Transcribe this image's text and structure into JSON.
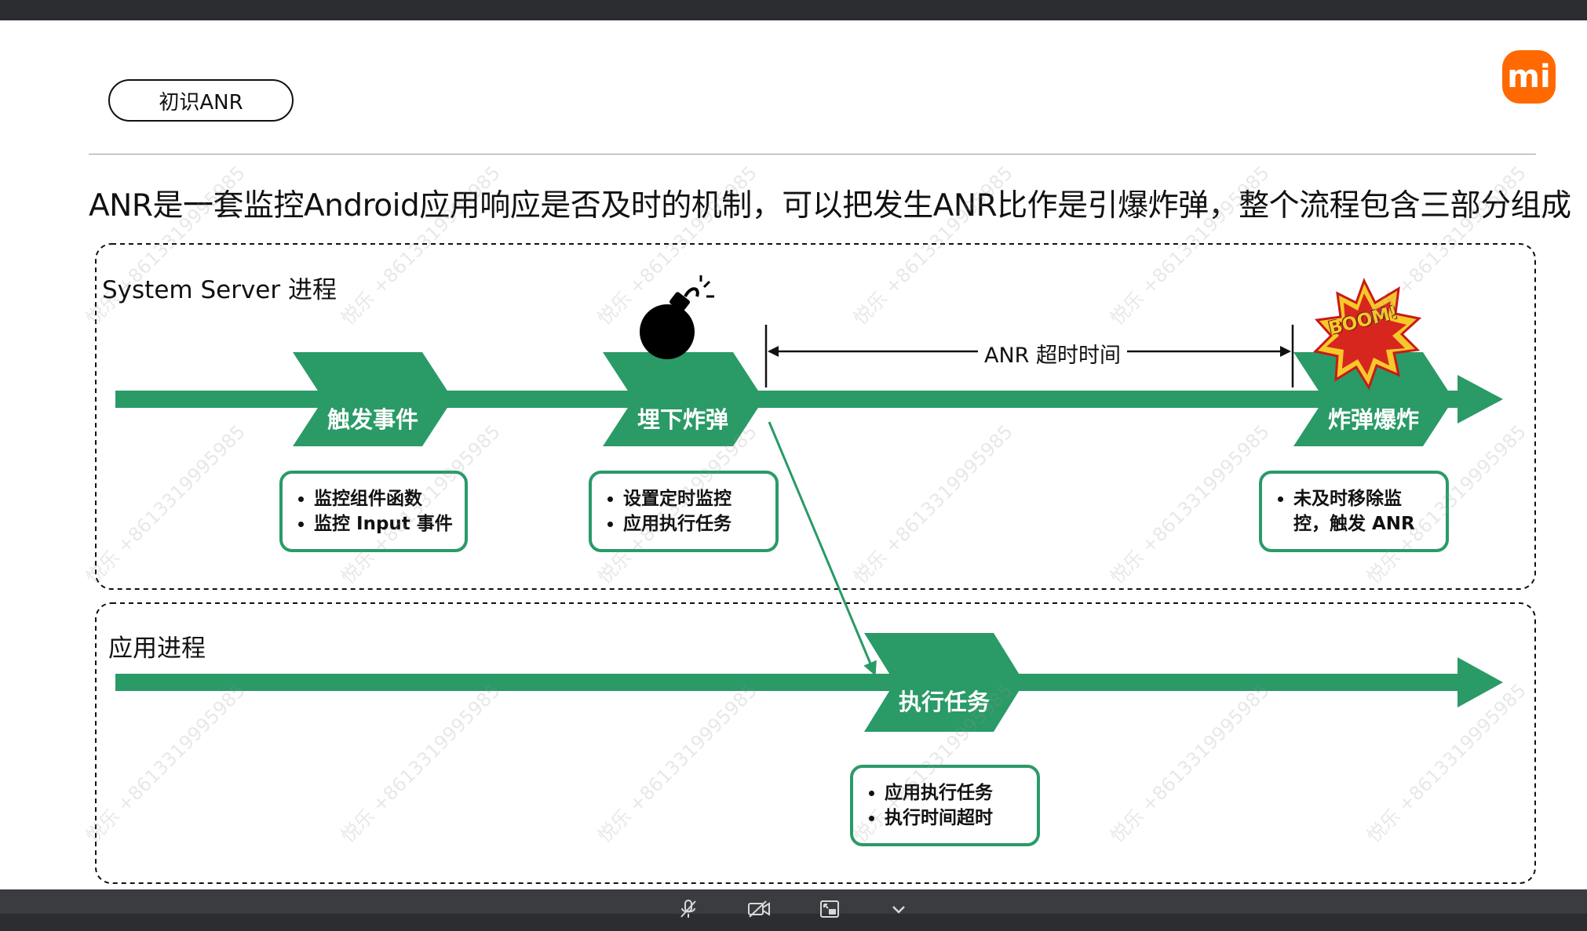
{
  "slide": {
    "tag": "初识ANR",
    "headline": "ANR是一套监控Android应用响应是否及时的机制，可以把发生ANR比作是引爆炸弹，整个流程包含三部分组成",
    "logo_text": "mi",
    "watermark": "悦乐 +8613319995985"
  },
  "diagram": {
    "system_server_label": "System Server 进程",
    "app_process_label": "应用进程",
    "steps": {
      "trigger": "触发事件",
      "plant": "埋下炸弹",
      "explode": "炸弹爆炸",
      "execute": "执行任务"
    },
    "timeout_label": "ANR 超时时间",
    "boom_text": "BOOM!",
    "notes": {
      "trigger": [
        "监控组件函数",
        "监控 Input 事件"
      ],
      "plant": [
        "设置定时监控",
        "应用执行任务"
      ],
      "explode": [
        "未及时移除监控，触发 ANR"
      ],
      "execute": [
        "应用执行任务",
        "执行时间超时"
      ]
    },
    "colors": {
      "accent": "#2a9a67",
      "line": "#2a9a67"
    }
  },
  "toolbar": {
    "items": [
      "microphone-muted-icon",
      "camera-off-icon",
      "screen-share-icon",
      "chevron-down-icon"
    ]
  }
}
